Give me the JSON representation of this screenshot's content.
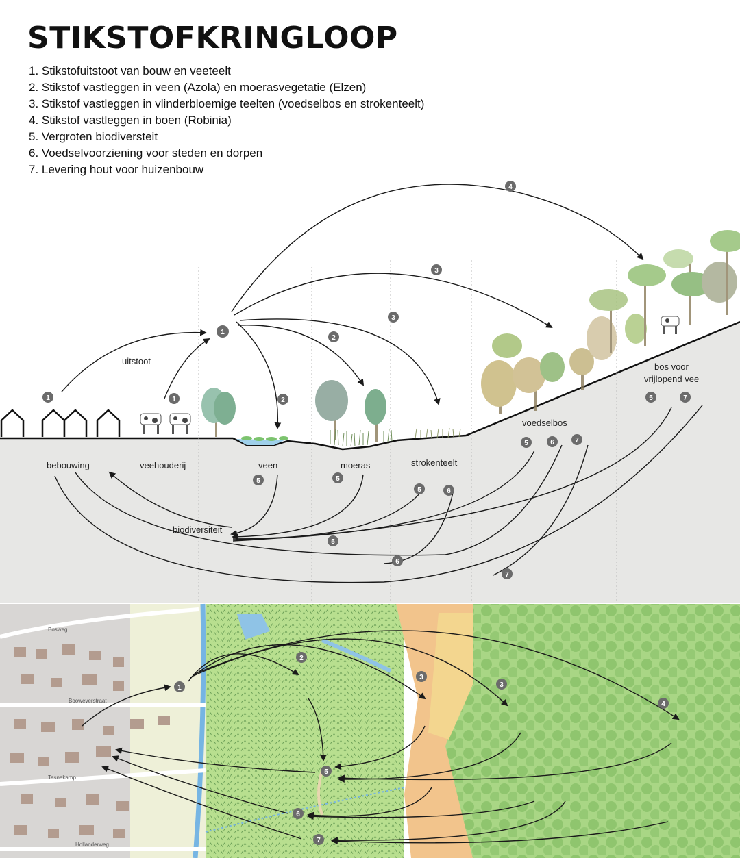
{
  "title": "STIKSTOFKRINGLOOP",
  "legend": [
    "1. Stikstofuitstoot van bouw en veeteelt",
    "2. Stikstof vastleggen in veen (Azola) en moerasvegetatie (Elzen)",
    "3. Stikstof vastleggen in vlinderbloemige teelten (voedselbos en strokenteelt)",
    "4. Stikstof vastleggen in boen (Robinia)",
    "5. Vergroten biodiversteit",
    "6. Voedselvoorziening voor steden en dorpen",
    "7. Levering hout voor huizenbouw"
  ],
  "section_labels": {
    "uitstoot": "uitstoot",
    "bebouwing": "bebouwing",
    "veehouderij": "veehouderij",
    "veen": "veen",
    "moeras": "moeras",
    "strokenteelt": "strokenteelt",
    "voedselbos": "voedselbos",
    "bos_line1": "bos voor",
    "bos_line2": "vrijlopend vee",
    "biodiversiteit": "biodiversiteit"
  },
  "map_street_labels": [
    "Bosweg",
    "Booweverstraat",
    "Tasnekamp",
    "Hollanderweg"
  ],
  "badges": {
    "1": "1",
    "2": "2",
    "3": "3",
    "4": "4",
    "5": "5",
    "6": "6",
    "7": "7"
  },
  "colors": {
    "ground": "#e7e7e5",
    "sky": "#ffffff",
    "badge": "#6b6b6b",
    "flow": "#1a1a1a",
    "map_built": "#d6d4d2",
    "map_meadow": "#eef0d8",
    "map_marsh": "#b8df8f",
    "map_water": "#8fc3e6",
    "map_strip": "#f2c48c",
    "map_forest": "#9fd07c",
    "tree_green": "#8ab36a",
    "tree_olive": "#c6b77a"
  }
}
